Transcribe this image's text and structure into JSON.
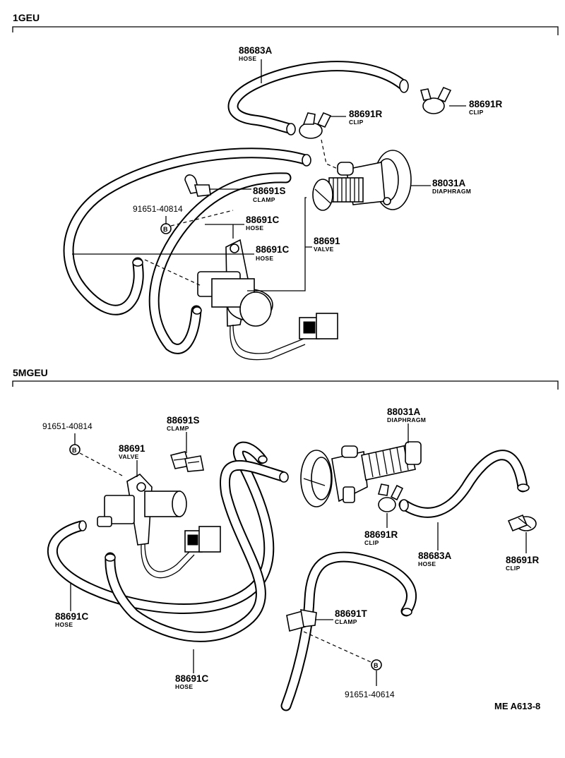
{
  "sections": {
    "top": "1GEU",
    "bottom": "5MGEU"
  },
  "top": {
    "hose_88683a": {
      "num": "88683A",
      "desc": "HOSE"
    },
    "clip_88691r_a": {
      "num": "88691R",
      "desc": "CLIP"
    },
    "clip_88691r_b": {
      "num": "88691R",
      "desc": "CLIP"
    },
    "diaphragm_88031a": {
      "num": "88031A",
      "desc": "DIAPHRAGM"
    },
    "clamp_88691s": {
      "num": "88691S",
      "desc": "CLAMP"
    },
    "bolt_code": "91651-40814",
    "hose_88691c_a": {
      "num": "88691C",
      "desc": "HOSE"
    },
    "valve_88691": {
      "num": "88691",
      "desc": "VALVE"
    },
    "hose_88691c_b": {
      "num": "88691C",
      "desc": "HOSE"
    },
    "bolt_marker": "B"
  },
  "bottom": {
    "bolt_code": "91651-40814",
    "bolt_marker": "B",
    "clamp_88691s": {
      "num": "88691S",
      "desc": "CLAMP"
    },
    "valve_88691": {
      "num": "88691",
      "desc": "VALVE"
    },
    "diaphragm_88031a": {
      "num": "88031A",
      "desc": "DIAPHRAGM"
    },
    "clip_88691r_a": {
      "num": "88691R",
      "desc": "CLIP"
    },
    "hose_88683a": {
      "num": "88683A",
      "desc": "HOSE"
    },
    "clip_88691r_b": {
      "num": "88691R",
      "desc": "CLIP"
    },
    "hose_88691c_a": {
      "num": "88691C",
      "desc": "HOSE"
    },
    "clamp_88691t": {
      "num": "88691T",
      "desc": "CLAMP"
    },
    "hose_88691c_b": {
      "num": "88691C",
      "desc": "HOSE"
    },
    "bolt2_marker": "B",
    "bolt2_code": "91651-40614"
  },
  "reference": "ME A613-8"
}
